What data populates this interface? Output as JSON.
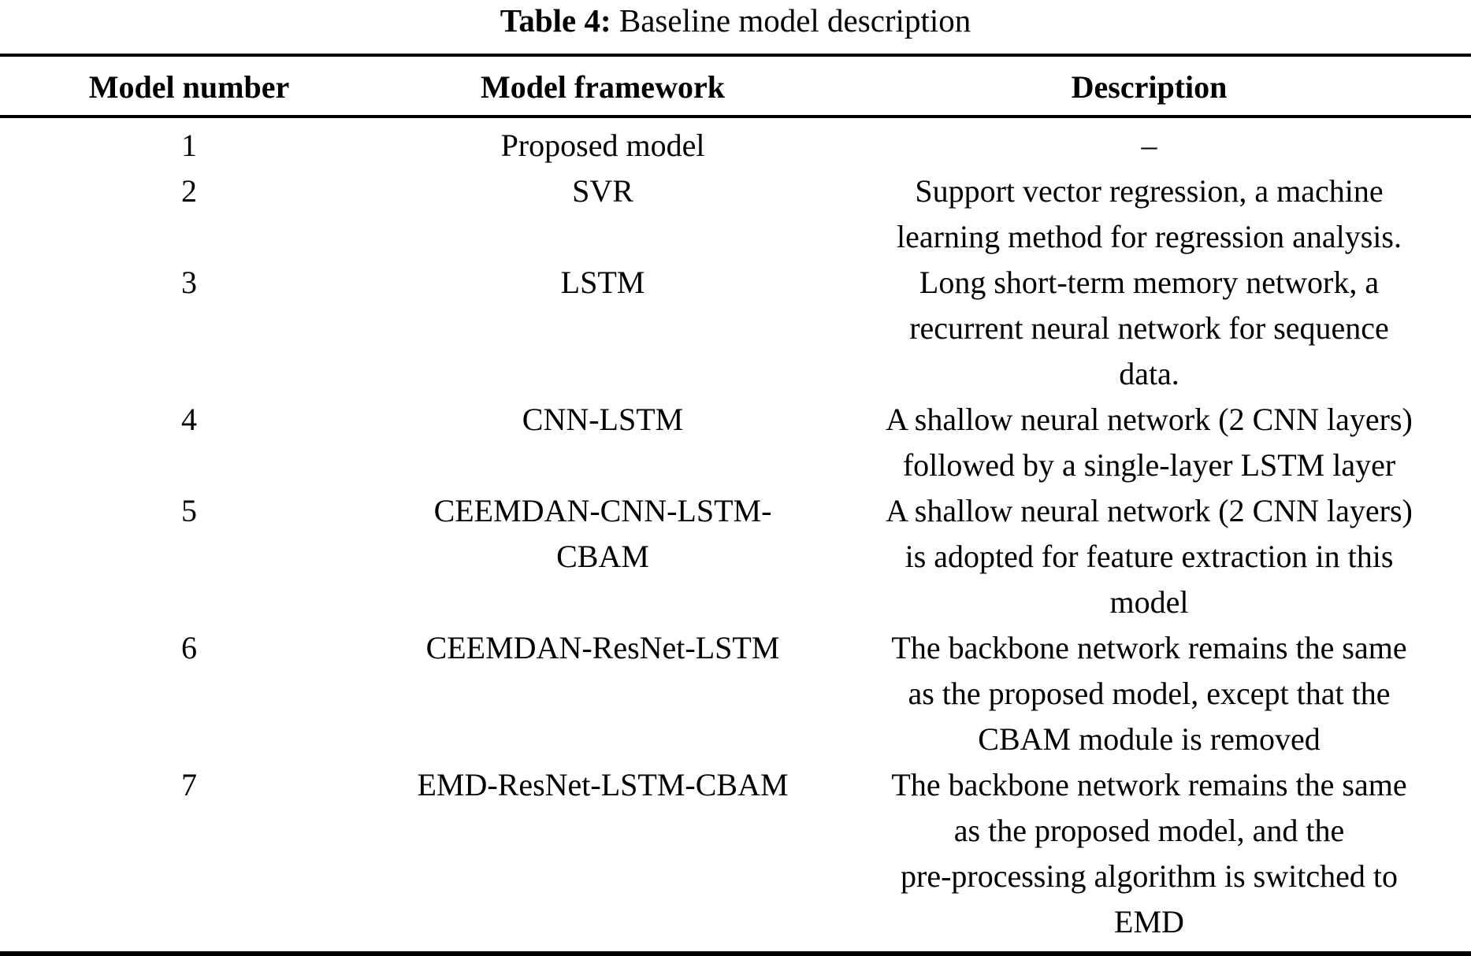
{
  "caption": {
    "label": "Table 4:",
    "text": "Baseline model description"
  },
  "table": {
    "columns": [
      "Model number",
      "Model framework",
      "Description"
    ],
    "rows": [
      {
        "number": "1",
        "framework": "Proposed model",
        "description": "–"
      },
      {
        "number": "2",
        "framework": "SVR",
        "description": "Support vector regression, a machine\nlearning method for regression analysis."
      },
      {
        "number": "3",
        "framework": "LSTM",
        "description": "Long short-term memory network, a\nrecurrent neural network for sequence\ndata."
      },
      {
        "number": "4",
        "framework": "CNN-LSTM",
        "description": "A shallow neural network (2 CNN layers)\nfollowed by a single-layer LSTM layer"
      },
      {
        "number": "5",
        "framework": "CEEMDAN-CNN-LSTM-\nCBAM",
        "description": "A shallow neural network (2 CNN layers)\nis adopted for feature extraction in this\nmodel"
      },
      {
        "number": "6",
        "framework": "CEEMDAN-ResNet-LSTM",
        "description": "The backbone network remains the same\nas the proposed model, except that the\nCBAM module is removed"
      },
      {
        "number": "7",
        "framework": "EMD-ResNet-LSTM-CBAM",
        "description": "The backbone network remains the same\nas the proposed model, and the\npre-processing algorithm is switched to\nEMD"
      }
    ]
  }
}
